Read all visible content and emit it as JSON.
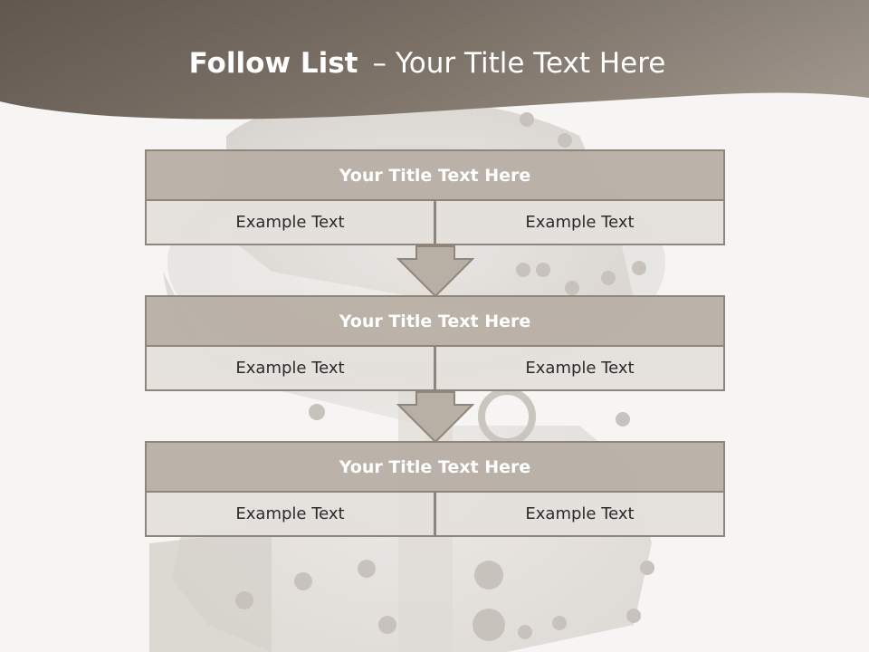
{
  "slide": {
    "title_bold": "Follow List",
    "title_separator": "–",
    "title_rest": "Your Title Text Here"
  },
  "steps": [
    {
      "title": "Your Title Text Here",
      "left": "Example Text",
      "right": "Example Text"
    },
    {
      "title": "Your Title Text Here",
      "left": "Example Text",
      "right": "Example Text"
    },
    {
      "title": "Your Title Text Here",
      "left": "Example Text",
      "right": "Example Text"
    }
  ],
  "colors": {
    "header_band": "#7a6e63",
    "title_fill": "#b8afa5",
    "cell_fill": "#e4e1dd",
    "border": "#8f857a",
    "arrow_fill": "#b8afa5"
  },
  "background_image": "bank-vault-dollar-sign"
}
